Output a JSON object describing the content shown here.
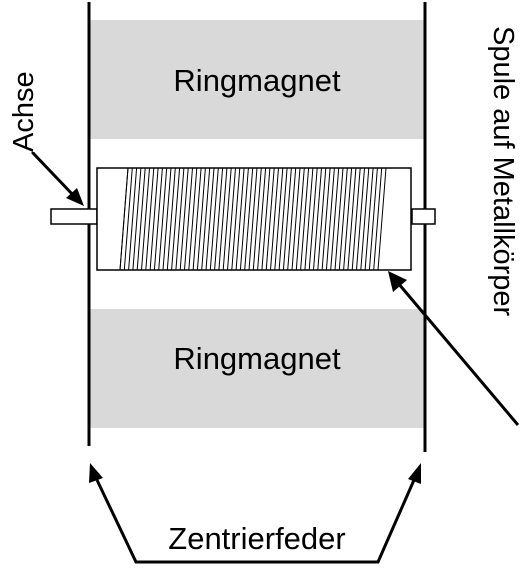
{
  "labels": {
    "magnet_top": "Ringmagnet",
    "magnet_bottom": "Ringmagnet",
    "axle": "Achse",
    "coil": "Spule auf Metallkörper",
    "spring": "Zentrierfeder"
  },
  "colors": {
    "magnet_fill": "#d9d9d9",
    "line": "#000000",
    "background": "#ffffff"
  }
}
